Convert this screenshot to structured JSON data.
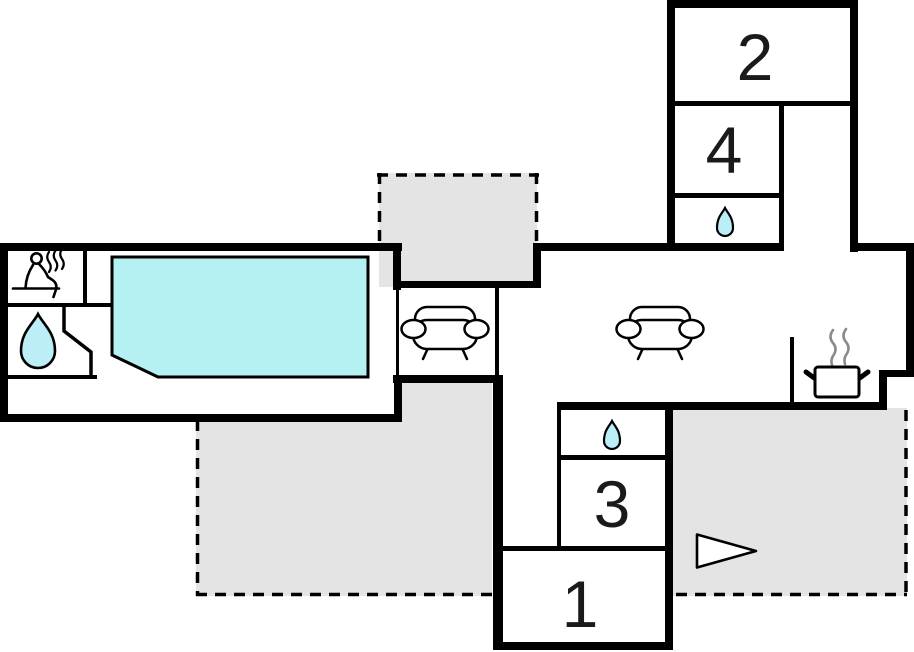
{
  "plan": {
    "type": "holiday-home-floor-plan",
    "rooms": {
      "room1": {
        "label": "1"
      },
      "room2": {
        "label": "2"
      },
      "room3": {
        "label": "3"
      },
      "room4": {
        "label": "4"
      }
    },
    "icons": [
      {
        "name": "sauna-icon",
        "location": "pool-building-top-left-room"
      },
      {
        "name": "water-drop-icon",
        "location": "pool-building-bathroom"
      },
      {
        "name": "water-drop-icon",
        "location": "top-block-bathroom-below-room-4"
      },
      {
        "name": "water-drop-icon",
        "location": "bathroom-above-room-3"
      },
      {
        "name": "sofa-icon",
        "location": "sitting-alcove"
      },
      {
        "name": "sofa-icon",
        "location": "living-area"
      },
      {
        "name": "cooking-pot-icon",
        "location": "kitchen-corner"
      },
      {
        "name": "entrance-arrow-icon",
        "location": "right-terrace"
      }
    ],
    "features": [
      "swimming-pool",
      "top-terrace",
      "left-terrace",
      "right-terrace"
    ]
  },
  "colors": {
    "wall": "#000000",
    "label": "#1a1a1a",
    "pool_water": "#b5f1f3",
    "water_drop": "#bceef8",
    "terrace": "#e4e4e4",
    "steam": "#8a8a8a",
    "background": "#ffffff"
  }
}
